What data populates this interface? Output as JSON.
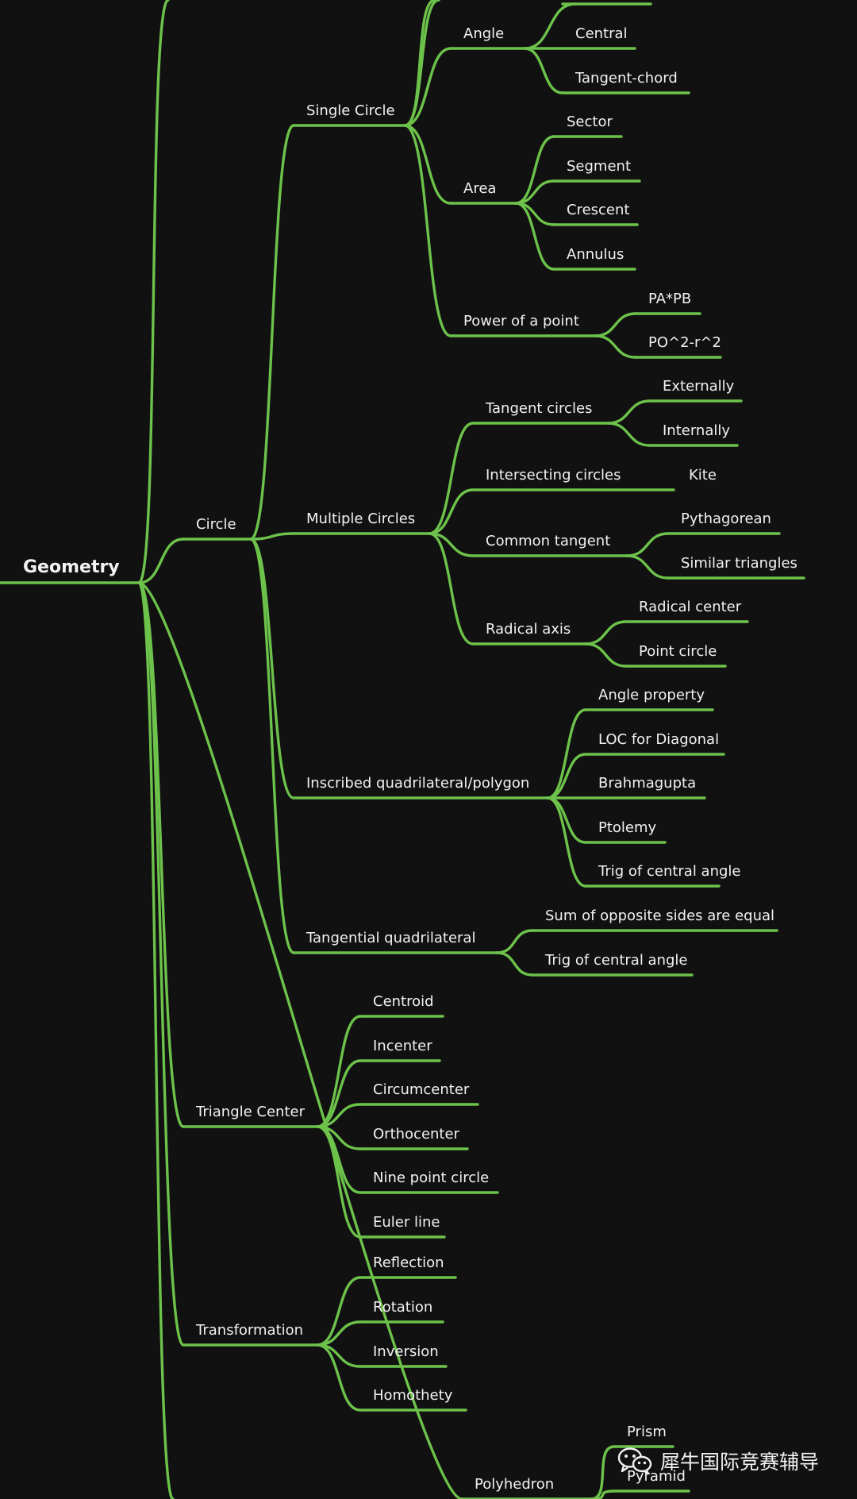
{
  "diagram": {
    "root": "Geometry",
    "upper_continuation": "Single Circle (continued above)",
    "lower_continuation": "Geometry (continued below)",
    "nodes": {
      "circle": "Circle",
      "single_circle": "Single Circle",
      "angle": "Angle",
      "central": "Central",
      "tangent_chord": "Tangent-chord",
      "area": "Area",
      "sector": "Sector",
      "segment": "Segment",
      "crescent": "Crescent",
      "annulus": "Annulus",
      "power_of_point": "Power of a point",
      "pa_pb": "PA*PB",
      "po2_r2": "PO^2-r^2",
      "multiple_circles": "Multiple Circles",
      "tangent_circles": "Tangent circles",
      "externally": "Externally",
      "internally": "Internally",
      "intersecting_circles": "Intersecting circles",
      "kite": "Kite",
      "common_tangent": "Common tangent",
      "pythagorean": "Pythagorean",
      "similar_triangles": "Similar triangles",
      "radical_axis": "Radical axis",
      "radical_center": "Radical center",
      "point_circle": "Point circle",
      "inscribed_quad": "Inscribed quadrilateral/polygon",
      "angle_property": "Angle property",
      "loc_diagonal": "LOC for Diagonal",
      "brahmagupta": "Brahmagupta",
      "ptolemy": "Ptolemy",
      "trig_central_1": "Trig of central angle",
      "tangential_quad": "Tangential quadrilateral",
      "sum_opposite": "Sum of opposite sides are equal",
      "trig_central_2": "Trig of central angle",
      "triangle_center": "Triangle Center",
      "centroid": "Centroid",
      "incenter": "Incenter",
      "circumcenter": "Circumcenter",
      "orthocenter": "Orthocenter",
      "nine_point": "Nine point circle",
      "euler_line": "Euler line",
      "transformation": "Transformation",
      "reflection": "Reflection",
      "rotation": "Rotation",
      "inversion": "Inversion",
      "homothety": "Homothety",
      "polyhedron": "Polyhedron",
      "prism": "Prism",
      "pyramid": "Pyramid"
    }
  },
  "watermark": {
    "text": "犀牛国际竞赛辅导",
    "icon": "wechat-icon"
  },
  "colors": {
    "background": "#111111",
    "edge": "#6cc24a",
    "text": "#f2f2f2"
  }
}
